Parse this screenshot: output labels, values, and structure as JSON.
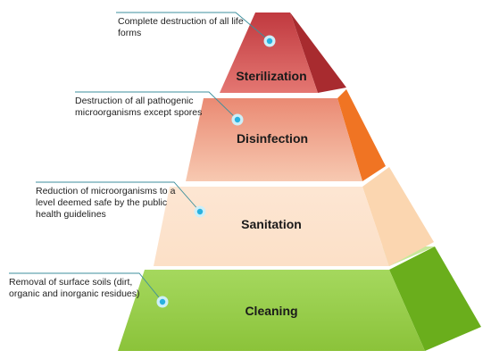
{
  "levels": [
    {
      "name": "Sterilization",
      "description": "Complete destruction of all life forms",
      "front_top": "#c0393f",
      "front_bottom": "#e47772",
      "side": "#a82b2f"
    },
    {
      "name": "Disinfection",
      "description": "Destruction of all pathogenic microorganisms except spores",
      "front_top": "#ea8a73",
      "front_bottom": "#f7c9b1",
      "side": "#f07423"
    },
    {
      "name": "Sanitation",
      "description": "Reduction of microorganisms to a level deemed safe by the public health guidelines",
      "front_top": "#fde6d3",
      "front_bottom": "#fce0c7",
      "side": "#fbd6b0"
    },
    {
      "name": "Cleaning",
      "description": "Removal of surface soils (dirt, organic and inorganic residues)",
      "front_top": "#a5d85e",
      "front_bottom": "#8bc33a",
      "side": "#6aae1c"
    }
  ],
  "colors": {
    "leader_line": "#3c8f9c",
    "marker_ring": "#cdeff8",
    "marker_dot": "#29b1e0"
  }
}
